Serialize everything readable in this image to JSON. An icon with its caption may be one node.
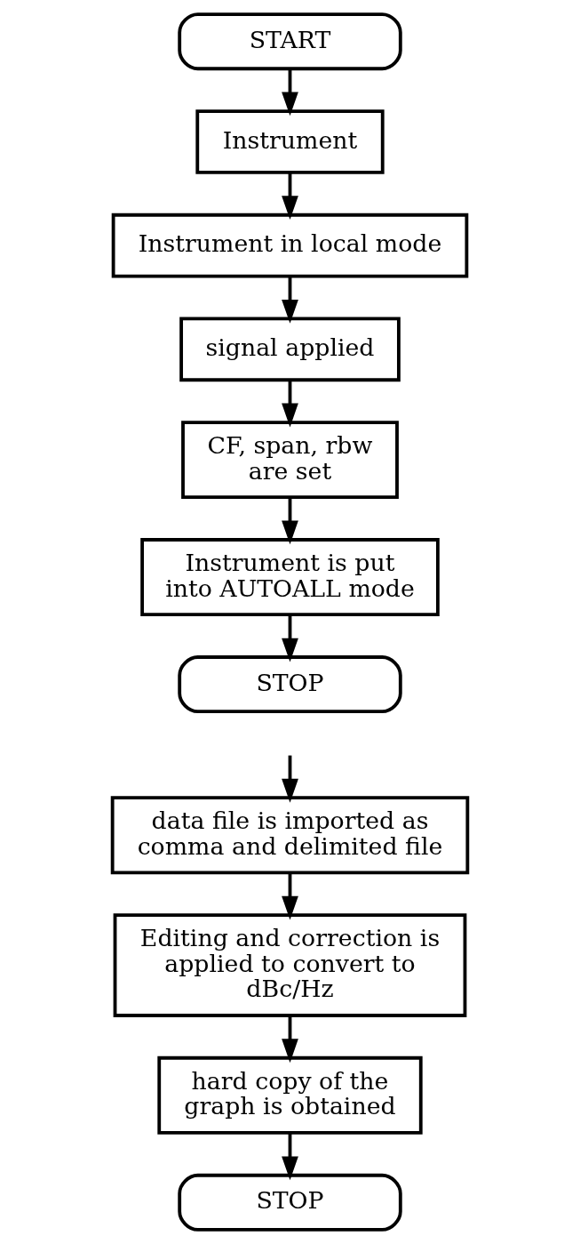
{
  "diagram": {
    "nodes": [
      {
        "text": [
          "START"
        ]
      },
      {
        "text": [
          "Instrument"
        ]
      },
      {
        "text": [
          "Instrument in local mode"
        ]
      },
      {
        "text": [
          "signal applied"
        ]
      },
      {
        "text": [
          "CF, span, rbw are set"
        ]
      },
      {
        "text": [
          "Instrument is put into AUTOALL mode"
        ]
      },
      {
        "text": [
          "STOP"
        ]
      },
      {
        "text": [
          "data file is imported as comma and delimited file"
        ]
      },
      {
        "text": [
          "Editing and correction is applied to convert to dBc/Hz"
        ]
      },
      {
        "text": [
          "hard copy of the graph is obtained"
        ]
      },
      {
        "text": [
          "STOP"
        ]
      }
    ],
    "edges": [
      {
        "from": 0,
        "to": 1,
        "arrow": "to"
      },
      {
        "from": 1,
        "to": 2,
        "arrow": "to"
      },
      {
        "from": 2,
        "to": 3,
        "arrow": "to"
      },
      {
        "from": 3,
        "to": 4,
        "arrow": "to"
      },
      {
        "from": 4,
        "to": 5,
        "arrow": "to"
      },
      {
        "from": 5,
        "to": 6,
        "arrow": "to"
      },
      {
        "from": null,
        "to": 7,
        "arrow": "to"
      },
      {
        "from": 7,
        "to": 8,
        "arrow": "to"
      },
      {
        "from": 8,
        "to": 9,
        "arrow": "to"
      },
      {
        "from": 9,
        "to": 10,
        "arrow": "to"
      }
    ]
  }
}
